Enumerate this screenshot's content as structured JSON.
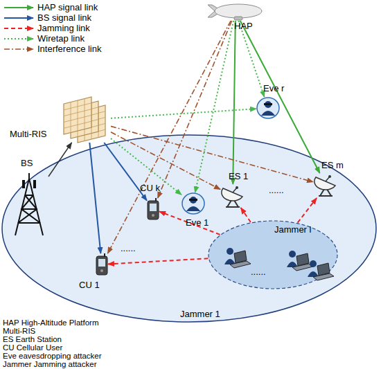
{
  "diagram": {
    "nodes": [
      {
        "text": [
          "HAP"
        ]
      },
      {
        "text": [
          "Multi-RIS"
        ]
      },
      {
        "text": [
          "BS"
        ]
      },
      {
        "text": [
          "Eve r"
        ]
      },
      {
        "text": [
          "ES 1"
        ]
      },
      {
        "text": [
          "ES m"
        ]
      },
      {
        "text": [
          "Eve 1"
        ]
      },
      {
        "text": [
          "CU k"
        ]
      },
      {
        "text": [
          "CU 1"
        ]
      },
      {
        "text": [
          "Jammer l",
          "Jammer 1"
        ]
      }
    ],
    "edges": [
      {
        "from": 0,
        "to": 4,
        "arrow": "to"
      },
      {
        "from": 0,
        "to": 5,
        "arrow": "to"
      },
      {
        "from": 0,
        "to": 3,
        "arrow": "to"
      },
      {
        "from": 0,
        "to": 6,
        "arrow": "to"
      },
      {
        "from": 0,
        "to": 7,
        "arrow": "to"
      },
      {
        "from": 0,
        "to": 8,
        "arrow": "to"
      },
      {
        "from": 2,
        "to": 1,
        "arrow": "to"
      },
      {
        "from": 1,
        "to": 8,
        "arrow": "to"
      },
      {
        "from": 1,
        "to": 7,
        "arrow": "to"
      },
      {
        "from": 1,
        "to": 3,
        "arrow": "to"
      },
      {
        "from": 1,
        "to": 6,
        "arrow": "to"
      },
      {
        "from": 1,
        "to": 4,
        "arrow": "to"
      },
      {
        "from": 1,
        "to": 5,
        "arrow": "to"
      },
      {
        "from": 9,
        "to": 8,
        "arrow": "to"
      },
      {
        "from": 9,
        "to": 7,
        "arrow": "to"
      },
      {
        "from": 9,
        "to": 4,
        "arrow": "to"
      },
      {
        "from": 9,
        "to": 5,
        "arrow": "to"
      }
    ],
    "labels": [
      "......",
      "......",
      "......",
      "HAP High-Altitude Platform",
      "Multi-RIS",
      "ES Earth Station",
      "CU Cellular User",
      "Eve eavesdropping attacker",
      "Jammer Jamming attacker"
    ],
    "legend": [
      {
        "text": "HAP signal link"
      },
      {
        "text": "BS signal link"
      },
      {
        "text": "Jamming link"
      },
      {
        "text": "Wiretap link"
      },
      {
        "text": "Interference link"
      }
    ]
  }
}
